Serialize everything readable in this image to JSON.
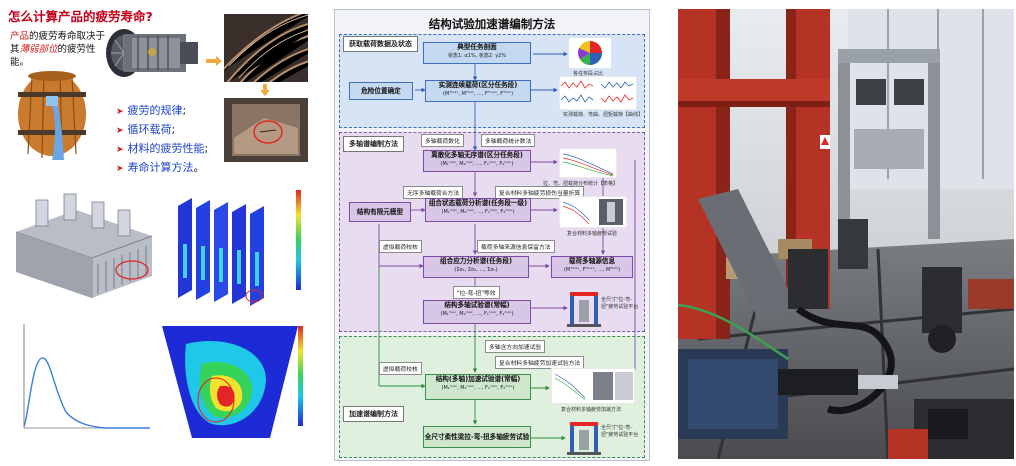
{
  "left": {
    "title": "怎么计算产品的疲劳寿命?",
    "intro": {
      "part1": "产品",
      "part2": "的疲劳寿命取决于其",
      "part3": "薄弱部位",
      "part4": "的疲劳性能。"
    },
    "bullets": [
      {
        "label": "疲劳的规律",
        "suffix": ";"
      },
      {
        "label": "循环载荷",
        "suffix": ";"
      },
      {
        "label": "材料的疲劳性能",
        "suffix": ";"
      },
      {
        "label": "寿命计算方法",
        "suffix": "。"
      }
    ]
  },
  "flowchart": {
    "title": "结构试验加速谱编制方法",
    "sections": {
      "acquire": "获取载荷数据及状态",
      "multiaxial": "多轴谱编制方法",
      "accelerated": "加速谱编制方法"
    },
    "boxes": {
      "mission_profile": {
        "title": "典型任务剖面",
        "formula": "状态1: α1%, 状态2: γ2%"
      },
      "danger_position": {
        "title": "危险位置确定"
      },
      "measured_load": {
        "title": "实测连续载荷(区分任务段)",
        "formula": "(Mᵀᵐᵃˣ, Mᵀᵐⁱⁿ, ..., Fᵀᵐᵃˣ, Fᵀᵐⁱⁿ)"
      },
      "discrete_load": {
        "title": "离散化多轴无序谱(区分任务段)",
        "formula": "(M₁ᵐᵃˣ, M₂ᵐᵃˣ, ..., F₁ᵐᵃˣ, F₂ᵐᵃˣ)"
      },
      "fe_model": {
        "title": "结构有限元模型"
      },
      "combined_state": {
        "title": "组合状态载荷分析谱(任务段一级)",
        "formula": "(M₁ᵐᵃˣ, M₂ᵐᵃˣ, ..., F₁ᵐᵃˣ, F₂ᵐᵃˣ)"
      },
      "combined_stress": {
        "title": "组合应力分析谱(任务段)",
        "formula": "(Σσ₁, Σσ₂, ..., Σσₙ)"
      },
      "multiaxial_source": {
        "title": "载荷多轴源信息",
        "formula": "(Mᵀᵐᵃˣ, Fᵀᵐᵃˣ, ..., Mᵀᵐⁱⁿ)"
      },
      "structural_multiaxial": {
        "title": "结构多轴试验谱(常幅)",
        "formula": "(M₁ᵐᵃˣ, M₂ᵐᵃˣ, ..., F₁ᵐᵃˣ, F₂ᵐᵃˣ)"
      },
      "structural_accelerated": {
        "title": "结构(多轴)加速试验谱(常幅)",
        "formula": "(M₁ᵐᵃˣ, M₂ᵐᵃˣ, ..., F₁ᵐᵃˣ, F₂ᵐᵃˣ)"
      },
      "fullscale_test": {
        "title": "全尺寸柔性梁拉-弯-扭多轴疲劳试验"
      }
    },
    "tags": {
      "load_statistics": "多轴载荷数化",
      "flight_statistics": "多轴载荷统计数法",
      "sequence_merge": "无序多轴载荷合方法",
      "material_equivalence": "复合材料多轴疲劳损伤当量折算",
      "fe_validation": "虚拟载荷校核",
      "info_retention": "载荷多轴来源信息保留方法",
      "equivalence_pull": "\"拉-弯-扭\"等效",
      "direction_load": "多轴含方向加速试验",
      "virtual_check_2": "虚拟载荷校核",
      "material_accel": "复合材料多轴疲劳加速试验方法"
    },
    "captions": {
      "pie_caption": "各任务段占比",
      "measured_caption": "实测载荷、弯曲、扭矩载荷【曲线】",
      "discrete_caption": "拉、弯、扭载荷分布统计【表格】",
      "material_caption": "复合材料多轴疲劳试验",
      "platform_caption": "全尺寸\"拉-弯-扭\"疲劳试验平台",
      "accel_caption": "复合材料多轴疲劳加速方法"
    }
  },
  "colors": {
    "title_red": "#c4001a",
    "highlight_blue": "#1f44c8",
    "section_blue": "#3e6fbd",
    "section_purple": "#8a55b0",
    "section_green": "#3a8f4c"
  }
}
